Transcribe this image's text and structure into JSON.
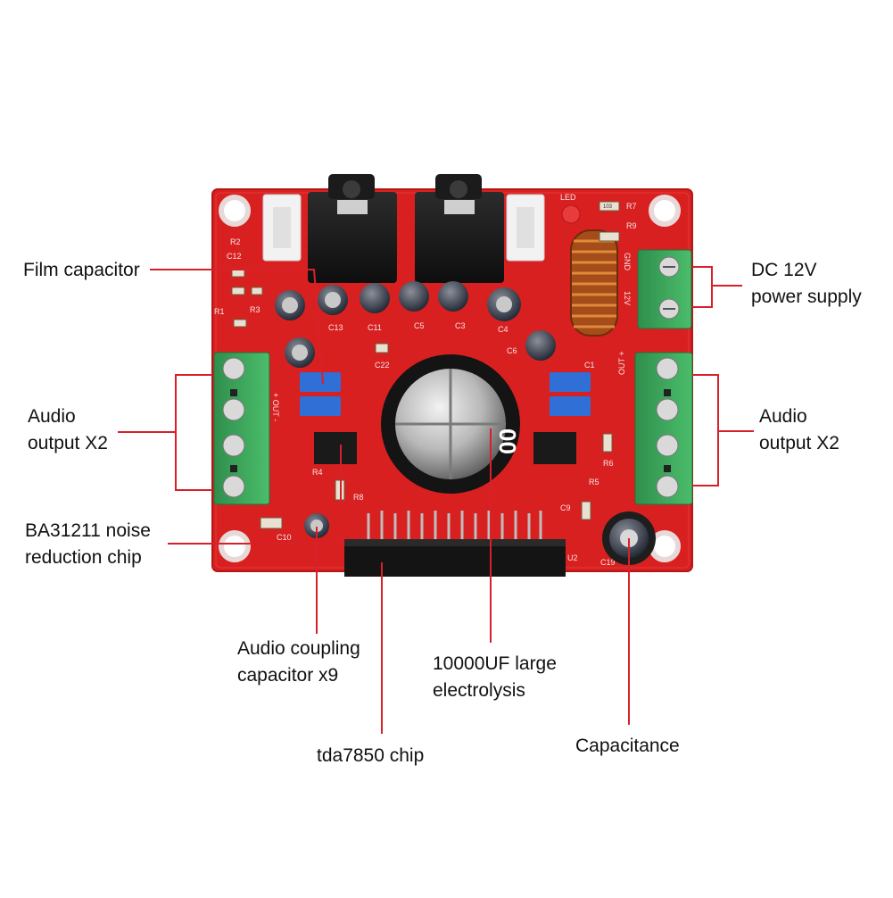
{
  "colors": {
    "board": "#d92020",
    "board_edge": "#b51616",
    "silkscreen": "#f4e6e6",
    "terminal_green": "#3aa35a",
    "leader_line": "#d9202a",
    "film_cap_blue": "#2f6fd6",
    "chip_black": "#1a1a1a"
  },
  "board_silkscreen": {
    "gnd": "GND",
    "v12": "12V",
    "led": "LED",
    "out_left": "+ OUT -",
    "out_right": "OUT +",
    "c22": "C22",
    "c1": "C1",
    "c3": "C3",
    "c4": "C4",
    "c5": "C5",
    "c6": "C6",
    "c9": "C9",
    "c10": "C10",
    "c11": "C11",
    "c12": "C12",
    "c13": "C13",
    "c19": "C19",
    "r1": "R1",
    "r2": "R2",
    "r3": "R3",
    "r4": "R4",
    "r5": "R5",
    "r6": "R6",
    "r7": "R7",
    "r8": "R8",
    "r9": "R9",
    "u2": "U2",
    "big_cap_marking": "00",
    "res_code_103": "103"
  },
  "labels": {
    "film_capacitor": "Film capacitor",
    "dc_power": [
      "DC 12V",
      "power supply"
    ],
    "audio_output_left": [
      "Audio",
      "output X2"
    ],
    "audio_output_right": [
      "Audio",
      "output X2"
    ],
    "noise_chip": [
      "BA31211 noise",
      "reduction chip"
    ],
    "coupling_cap": [
      "Audio coupling",
      "capacitor x9"
    ],
    "large_electrolysis": [
      "10000UF large",
      "electrolysis"
    ],
    "tda_chip": "tda7850 chip",
    "capacitance": "Capacitance"
  }
}
